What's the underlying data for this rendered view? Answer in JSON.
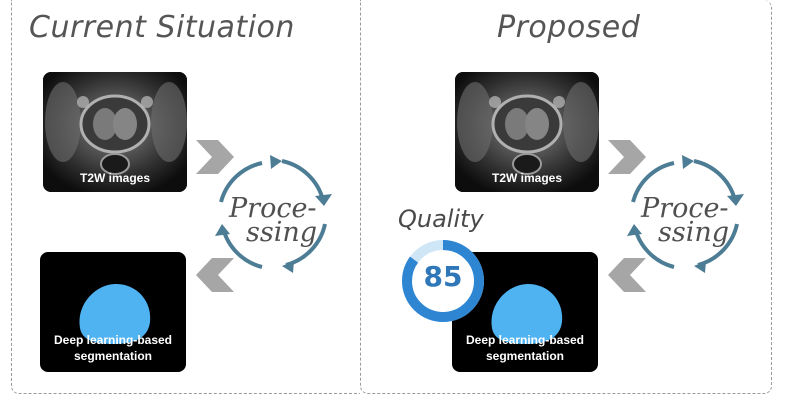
{
  "left_panel": {
    "title": "Current Situation",
    "image_caption": "T2W images",
    "processing_label_1": "Proce-",
    "processing_label_2": "ssing",
    "segmentation_caption_1": "Deep learning-based",
    "segmentation_caption_2": "segmentation"
  },
  "right_panel": {
    "title": "Proposed",
    "image_caption": "T2W images",
    "processing_label_1": "Proce-",
    "processing_label_2": "ssing",
    "segmentation_caption_1": "Deep learning-based",
    "segmentation_caption_2": "segmentation",
    "quality_label": "Quality",
    "quality_value": "85",
    "quality_fraction": 0.85
  },
  "colors": {
    "cycle_arrow": "#4d7c95",
    "chevron": "#a6a6a6",
    "segmentation_blob": "#4fb3f2",
    "gauge_primary": "#2e86d3",
    "gauge_track": "#cfe6f7",
    "gauge_text": "#2e77b8"
  },
  "icons": [
    "cycle-arrows-icon",
    "chevron-right-icon",
    "chevron-left-icon",
    "quality-gauge-icon"
  ]
}
